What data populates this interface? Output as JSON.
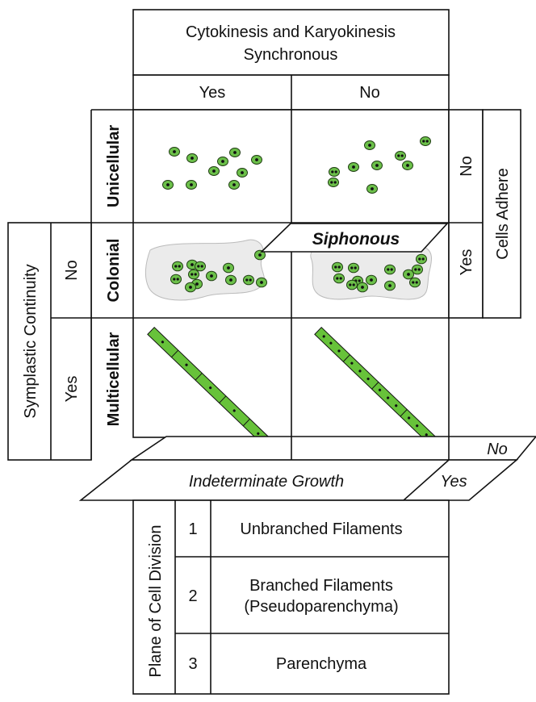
{
  "header": {
    "title_line1": "Cytokinesis and Karyokinesis",
    "title_line2": "Synchronous",
    "col_yes": "Yes",
    "col_no": "No"
  },
  "rows": {
    "unicellular": "Unicellular",
    "colonial": "Colonial",
    "multicellular": "Multicellular"
  },
  "symplastic": {
    "title": "Symplastic Continuity",
    "no": "No",
    "yes": "Yes"
  },
  "cells_adhere": {
    "title": "Cells Adhere",
    "no": "No",
    "yes": "Yes"
  },
  "siphonous": "Siphonous",
  "growth": {
    "title": "Indeterminate Growth",
    "yes": "Yes",
    "no": "No"
  },
  "division": {
    "title": "Plane of Cell Division",
    "rows": [
      {
        "num": "1",
        "label_lines": [
          "Unbranched Filaments"
        ]
      },
      {
        "num": "2",
        "label_lines": [
          "Branched Filaments",
          "(Pseudoparenchyma)"
        ]
      },
      {
        "num": "3",
        "label_lines": [
          "Parenchyma"
        ]
      }
    ]
  },
  "colors": {
    "cell_fill": "#6cc04a",
    "cell_stroke": "#1f3d12",
    "colony_fill": "#ebebeb",
    "filament_fill": "#67c23a"
  }
}
